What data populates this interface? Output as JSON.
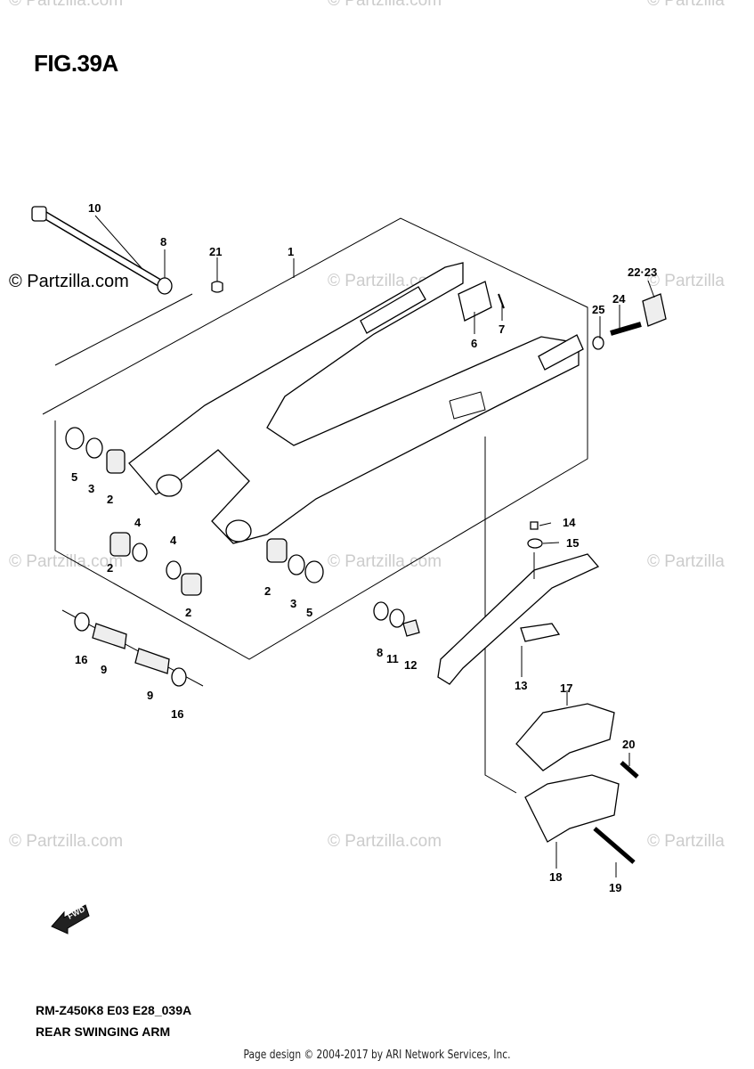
{
  "figure_title": "FIG.39A",
  "model_code": "RM-Z450K8 E03 E28_039A",
  "diagram_name": "REAR SWINGING ARM",
  "page_credit": "Page design © 2004-2017 by ARI Network Services, Inc.",
  "watermark_text": "© Partzilla.com",
  "watermark_short": "© Partzilla",
  "fwd_label": "FWD",
  "callouts": [
    {
      "id": "1",
      "label": "1"
    },
    {
      "id": "2a",
      "label": "2"
    },
    {
      "id": "2b",
      "label": "2"
    },
    {
      "id": "2c",
      "label": "2"
    },
    {
      "id": "2d",
      "label": "2"
    },
    {
      "id": "3a",
      "label": "3"
    },
    {
      "id": "3b",
      "label": "3"
    },
    {
      "id": "4a",
      "label": "4"
    },
    {
      "id": "4b",
      "label": "4"
    },
    {
      "id": "5a",
      "label": "5"
    },
    {
      "id": "5b",
      "label": "5"
    },
    {
      "id": "6",
      "label": "6"
    },
    {
      "id": "7",
      "label": "7"
    },
    {
      "id": "8a",
      "label": "8"
    },
    {
      "id": "8b",
      "label": "8"
    },
    {
      "id": "9a",
      "label": "9"
    },
    {
      "id": "9b",
      "label": "9"
    },
    {
      "id": "10",
      "label": "10"
    },
    {
      "id": "11",
      "label": "11"
    },
    {
      "id": "12",
      "label": "12"
    },
    {
      "id": "13",
      "label": "13"
    },
    {
      "id": "14",
      "label": "14"
    },
    {
      "id": "15",
      "label": "15"
    },
    {
      "id": "16a",
      "label": "16"
    },
    {
      "id": "16b",
      "label": "16"
    },
    {
      "id": "17",
      "label": "17"
    },
    {
      "id": "18",
      "label": "18"
    },
    {
      "id": "19",
      "label": "19"
    },
    {
      "id": "20",
      "label": "20"
    },
    {
      "id": "21",
      "label": "21"
    },
    {
      "id": "22-23",
      "label": "22·23"
    },
    {
      "id": "24",
      "label": "24"
    },
    {
      "id": "25",
      "label": "25"
    }
  ]
}
